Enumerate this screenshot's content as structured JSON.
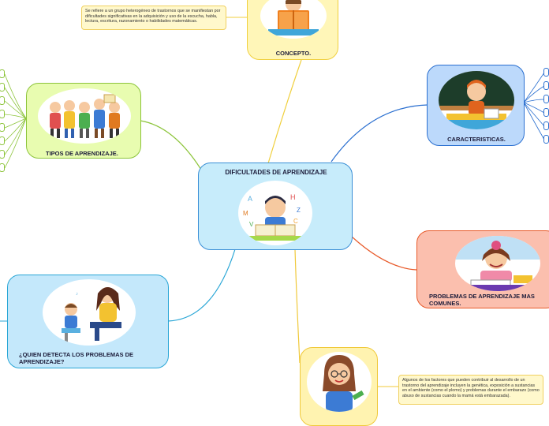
{
  "central": {
    "title": "DIFICULTADES DE APRENDIZAJE",
    "illustration": "boy-with-letters-icon"
  },
  "concepto": {
    "title": "CONCEPTO.",
    "note": "Se refiere a un grupo heterogéneo de trastornos que se manifiestan  por dificultades significativas en la adquisición y uso de la escucha, habla, lectura, escritura, razonamiento o habilidades matemáticas.",
    "illustration": "girl-reading-icon"
  },
  "tipos": {
    "title": "TIPOS DE APRENDIZAJE.",
    "illustration": "children-group-icon"
  },
  "caracteristicas": {
    "title": "CARACTERISTICAS.",
    "illustration": "student-chalkboard-icon"
  },
  "problemas": {
    "title": "PROBLEMAS DE APRENDIZAJE MAS COMUNES.",
    "illustration": "frustrated-girl-icon"
  },
  "quien": {
    "title": "¿QUIEN DETECTA LOS PROBLEMAS DE APRENDIZAJE?",
    "illustration": "teacher-child-icon"
  },
  "causas": {
    "note": "Algunos de los factores que pueden contribuir al desarrollo de un trastorno del aprendizaje incluyen la genética, exposición a sustancias en el ambiente (como el plomo) y problemas durante el embarazo (como abuso de sustancias cuando la mamá está embarazada).",
    "illustration": "woman-glasses-icon"
  },
  "colors": {
    "central_fill": "#c7ecfb",
    "central_border": "#3a8fd6",
    "concepto_fill": "#fff6b8",
    "concepto_border": "#f0cf3c",
    "tipos_fill": "#e8fcb0",
    "tipos_border": "#8cc43a",
    "carac_fill": "#bcd9fb",
    "carac_border": "#2a6fd0",
    "problemas_fill": "#fbbfae",
    "problemas_border": "#e85a2a",
    "quien_fill": "#c4e8fb",
    "quien_border": "#29a6d6",
    "causas_fill": "#fff3b0",
    "causas_border": "#f0c93a"
  }
}
